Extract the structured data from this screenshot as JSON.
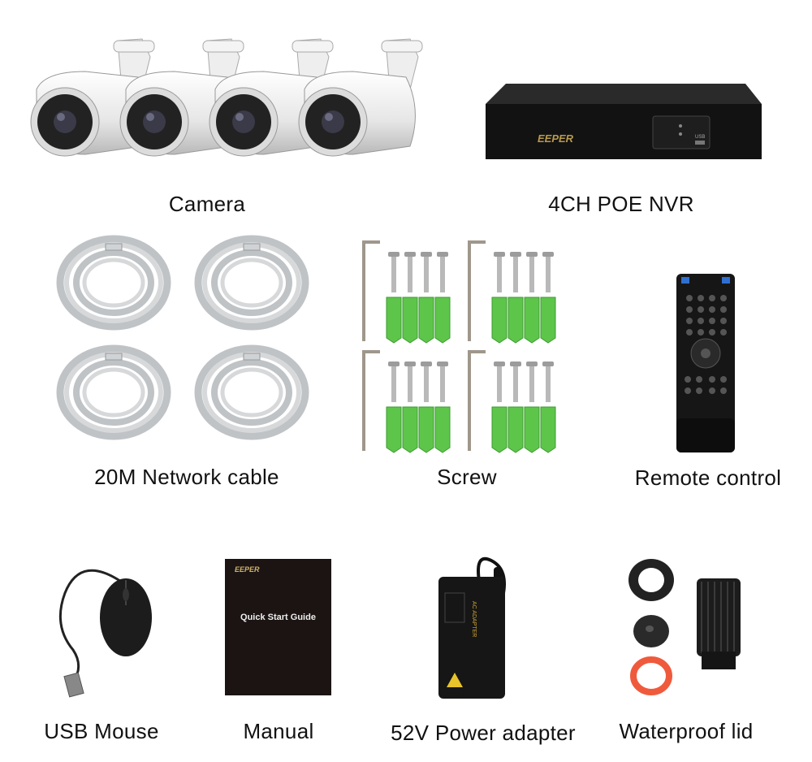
{
  "brand": "EEPER",
  "manual_title": "Quick Start Guide",
  "nvr_usb_label": "USB",
  "adapter_text": "AC ADAPTER",
  "items": [
    {
      "label": "Camera"
    },
    {
      "label": "4CH POE NVR"
    },
    {
      "label": "20M Network cable"
    },
    {
      "label": "Screw"
    },
    {
      "label": "Remote control"
    },
    {
      "label": "USB Mouse"
    },
    {
      "label": "Manual"
    },
    {
      "label": "52V Power adapter"
    },
    {
      "label": "Waterproof lid"
    }
  ]
}
